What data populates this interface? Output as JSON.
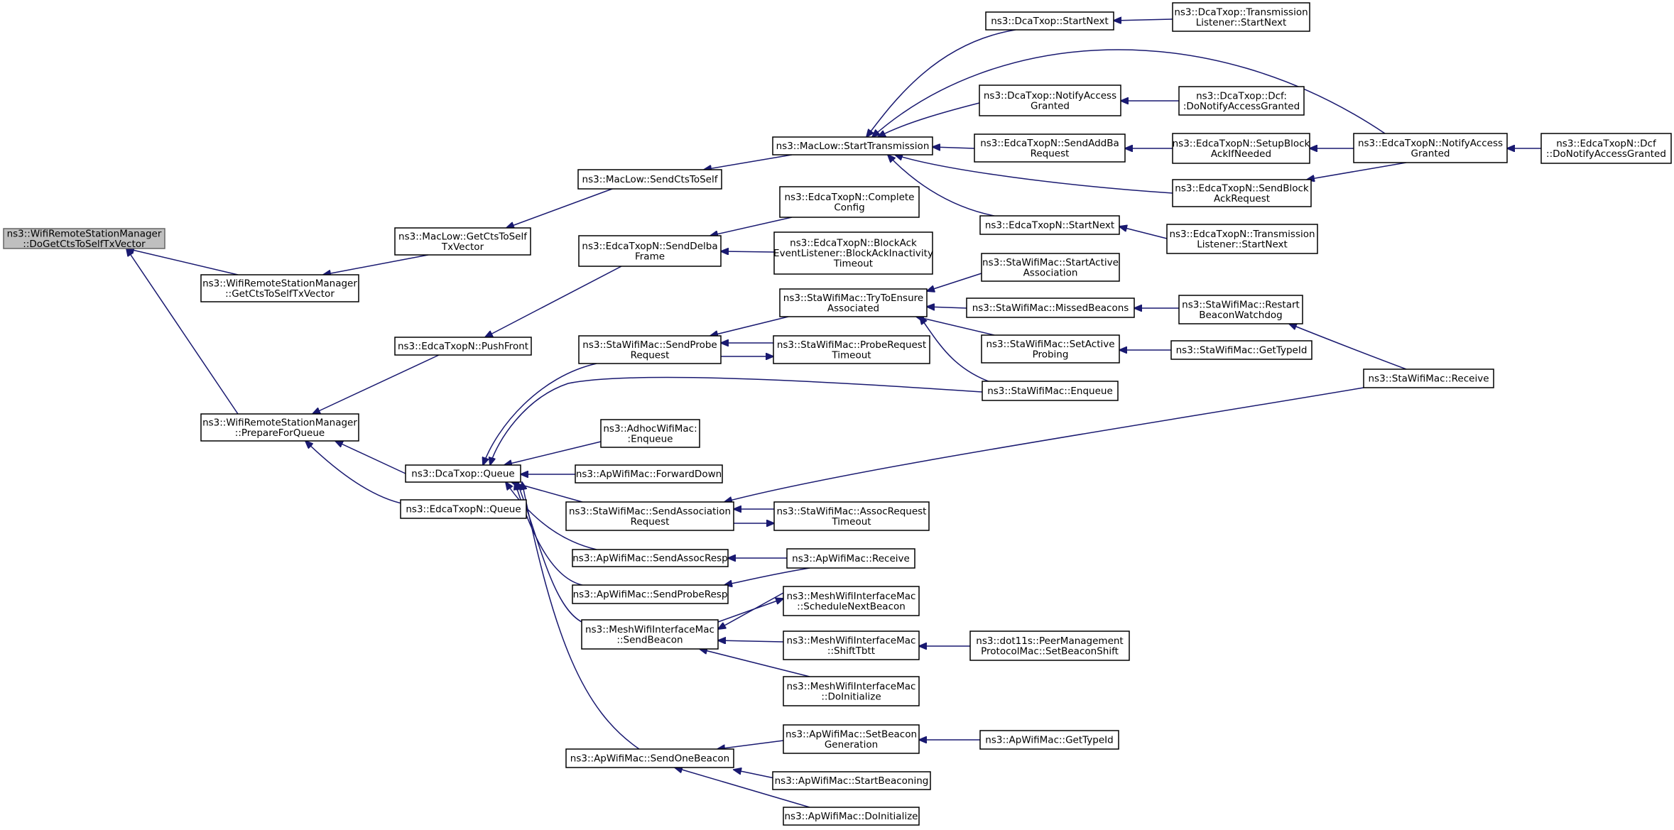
{
  "colors": {
    "edge": "#191970",
    "node_fill": "#ffffff",
    "root_fill": "#bfbfbf",
    "border": "#000000",
    "root_border": "#666666"
  },
  "nodes": [
    {
      "id": "root",
      "lines": [
        "ns3::WifiRemoteStationManager",
        "::DoGetCtsToSelfTxVector"
      ],
      "selected": true
    },
    {
      "id": "getCtsMgr",
      "lines": [
        "ns3::WifiRemoteStationManager",
        "::GetCtsToSelfTxVector"
      ]
    },
    {
      "id": "prepQueue",
      "lines": [
        "ns3::WifiRemoteStationManager",
        "::PrepareForQueue"
      ]
    },
    {
      "id": "macLowGetCts",
      "lines": [
        "ns3::MacLow::GetCtsToSelf",
        "TxVector"
      ]
    },
    {
      "id": "pushFront",
      "lines": [
        "ns3::EdcaTxopN::PushFront"
      ]
    },
    {
      "id": "dcaQueue",
      "lines": [
        "ns3::DcaTxop::Queue"
      ]
    },
    {
      "id": "edcaQueue",
      "lines": [
        "ns3::EdcaTxopN::Queue"
      ]
    },
    {
      "id": "sendCts",
      "lines": [
        "ns3::MacLow::SendCtsToSelf"
      ]
    },
    {
      "id": "sendDelba",
      "lines": [
        "ns3::EdcaTxopN::SendDelba",
        "Frame"
      ]
    },
    {
      "id": "startTx",
      "lines": [
        "ns3::MacLow::StartTransmission"
      ]
    },
    {
      "id": "complete",
      "lines": [
        "ns3::EdcaTxopN::Complete",
        "Config"
      ]
    },
    {
      "id": "blockAckEv",
      "lines": [
        "ns3::EdcaTxopN::BlockAck",
        "EventListener::BlockAckInactivity",
        "Timeout"
      ]
    },
    {
      "id": "dcaStartNext",
      "lines": [
        "ns3::DcaTxop::StartNext"
      ]
    },
    {
      "id": "dcaNotify",
      "lines": [
        "ns3::DcaTxop::NotifyAccess",
        "Granted"
      ]
    },
    {
      "id": "sendAddBa",
      "lines": [
        "ns3::EdcaTxopN::SendAddBa",
        "Request"
      ]
    },
    {
      "id": "edcaStartNext",
      "lines": [
        "ns3::EdcaTxopN::StartNext"
      ]
    },
    {
      "id": "dcaTxListener",
      "lines": [
        "ns3::DcaTxop::Transmission",
        "Listener::StartNext"
      ]
    },
    {
      "id": "dcaDcf",
      "lines": [
        "ns3::DcaTxop::Dcf:",
        ":DoNotifyAccessGranted"
      ]
    },
    {
      "id": "setupBlock",
      "lines": [
        "ns3::EdcaTxopN::SetupBlock",
        "AckIfNeeded"
      ]
    },
    {
      "id": "sendBlockAck",
      "lines": [
        "ns3::EdcaTxopN::SendBlock",
        "AckRequest"
      ]
    },
    {
      "id": "edcaTxListener",
      "lines": [
        "ns3::EdcaTxopN::Transmission",
        "Listener::StartNext"
      ]
    },
    {
      "id": "edcaNotify",
      "lines": [
        "ns3::EdcaTxopN::NotifyAccess",
        "Granted"
      ]
    },
    {
      "id": "edcaDcf",
      "lines": [
        "ns3::EdcaTxopN::Dcf",
        "::DoNotifyAccessGranted"
      ]
    },
    {
      "id": "sendProbeReq",
      "lines": [
        "ns3::StaWifiMac::SendProbe",
        "Request"
      ]
    },
    {
      "id": "tryEnsure",
      "lines": [
        "ns3::StaWifiMac::TryToEnsure",
        "Associated"
      ]
    },
    {
      "id": "probeTimeout",
      "lines": [
        "ns3::StaWifiMac::ProbeRequest",
        "Timeout"
      ]
    },
    {
      "id": "startActive",
      "lines": [
        "ns3::StaWifiMac::StartActive",
        "Association"
      ]
    },
    {
      "id": "missedBeacons",
      "lines": [
        "ns3::StaWifiMac::MissedBeacons"
      ]
    },
    {
      "id": "setActive",
      "lines": [
        "ns3::StaWifiMac::SetActive",
        "Probing"
      ]
    },
    {
      "id": "staEnqueue",
      "lines": [
        "ns3::StaWifiMac::Enqueue"
      ]
    },
    {
      "id": "restartBeacon",
      "lines": [
        "ns3::StaWifiMac::Restart",
        "BeaconWatchdog"
      ]
    },
    {
      "id": "staGetTypeId",
      "lines": [
        "ns3::StaWifiMac::GetTypeId"
      ]
    },
    {
      "id": "staReceive",
      "lines": [
        "ns3::StaWifiMac::Receive"
      ]
    },
    {
      "id": "adhocEnqueue",
      "lines": [
        "ns3::AdhocWifiMac:",
        ":Enqueue"
      ]
    },
    {
      "id": "apForwardDown",
      "lines": [
        "ns3::ApWifiMac::ForwardDown"
      ]
    },
    {
      "id": "sendAssocReq",
      "lines": [
        "ns3::StaWifiMac::SendAssociation",
        "Request"
      ]
    },
    {
      "id": "assocTimeout",
      "lines": [
        "ns3::StaWifiMac::AssocRequest",
        "Timeout"
      ]
    },
    {
      "id": "sendAssocResp",
      "lines": [
        "ns3::ApWifiMac::SendAssocResp"
      ]
    },
    {
      "id": "apReceive",
      "lines": [
        "ns3::ApWifiMac::Receive"
      ]
    },
    {
      "id": "sendProbeResp",
      "lines": [
        "ns3::ApWifiMac::SendProbeResp"
      ]
    },
    {
      "id": "meshSendBeacon",
      "lines": [
        "ns3::MeshWifiInterfaceMac",
        "::SendBeacon"
      ]
    },
    {
      "id": "meshSchedule",
      "lines": [
        "ns3::MeshWifiInterfaceMac",
        "::ScheduleNextBeacon"
      ]
    },
    {
      "id": "meshShift",
      "lines": [
        "ns3::MeshWifiInterfaceMac",
        "::ShiftTbtt"
      ]
    },
    {
      "id": "meshInit",
      "lines": [
        "ns3::MeshWifiInterfaceMac",
        "::DoInitialize"
      ]
    },
    {
      "id": "peerMgmt",
      "lines": [
        "ns3::dot11s::PeerManagement",
        "ProtocolMac::SetBeaconShift"
      ]
    },
    {
      "id": "sendOneBeacon",
      "lines": [
        "ns3::ApWifiMac::SendOneBeacon"
      ]
    },
    {
      "id": "setBeaconGen",
      "lines": [
        "ns3::ApWifiMac::SetBeacon",
        "Generation"
      ]
    },
    {
      "id": "apGetTypeId",
      "lines": [
        "ns3::ApWifiMac::GetTypeId"
      ]
    },
    {
      "id": "startBeaconing",
      "lines": [
        "ns3::ApWifiMac::StartBeaconing"
      ]
    },
    {
      "id": "apInit",
      "lines": [
        "ns3::ApWifiMac::DoInitialize"
      ]
    }
  ],
  "edges": [
    [
      "getCtsMgr",
      "root"
    ],
    [
      "prepQueue",
      "root"
    ],
    [
      "macLowGetCts",
      "getCtsMgr"
    ],
    [
      "sendCts",
      "macLowGetCts"
    ],
    [
      "startTx",
      "sendCts"
    ],
    [
      "dcaStartNext",
      "startTx"
    ],
    [
      "edcaNotify",
      "startTx"
    ],
    [
      "dcaNotify",
      "startTx"
    ],
    [
      "sendAddBa",
      "startTx"
    ],
    [
      "sendBlockAck",
      "startTx"
    ],
    [
      "edcaStartNext",
      "startTx"
    ],
    [
      "dcaTxListener",
      "dcaStartNext"
    ],
    [
      "dcaDcf",
      "dcaNotify"
    ],
    [
      "setupBlock",
      "sendAddBa"
    ],
    [
      "edcaNotify",
      "setupBlock"
    ],
    [
      "edcaNotify",
      "sendBlockAck"
    ],
    [
      "edcaDcf",
      "edcaNotify"
    ],
    [
      "edcaTxListener",
      "edcaStartNext"
    ],
    [
      "pushFront",
      "prepQueue"
    ],
    [
      "dcaQueue",
      "prepQueue"
    ],
    [
      "edcaQueue",
      "prepQueue"
    ],
    [
      "sendDelba",
      "pushFront"
    ],
    [
      "complete",
      "sendDelba"
    ],
    [
      "blockAckEv",
      "sendDelba"
    ],
    [
      "sendProbeReq",
      "dcaQueue"
    ],
    [
      "tryEnsure",
      "sendProbeReq"
    ],
    [
      "probeTimeout",
      "sendProbeReq"
    ],
    [
      "sendProbeReq",
      "probeTimeout"
    ],
    [
      "startActive",
      "tryEnsure"
    ],
    [
      "missedBeacons",
      "tryEnsure"
    ],
    [
      "setActive",
      "tryEnsure"
    ],
    [
      "staEnqueue",
      "tryEnsure"
    ],
    [
      "staEnqueue",
      "dcaQueue"
    ],
    [
      "restartBeacon",
      "missedBeacons"
    ],
    [
      "staReceive",
      "restartBeacon"
    ],
    [
      "staGetTypeId",
      "setActive"
    ],
    [
      "adhocEnqueue",
      "dcaQueue"
    ],
    [
      "apForwardDown",
      "dcaQueue"
    ],
    [
      "sendAssocReq",
      "dcaQueue"
    ],
    [
      "staReceive",
      "sendAssocReq"
    ],
    [
      "assocTimeout",
      "sendAssocReq"
    ],
    [
      "sendAssocReq",
      "assocTimeout"
    ],
    [
      "sendAssocResp",
      "dcaQueue"
    ],
    [
      "apReceive",
      "sendAssocResp"
    ],
    [
      "apReceive",
      "sendProbeResp"
    ],
    [
      "sendProbeResp",
      "dcaQueue"
    ],
    [
      "meshSendBeacon",
      "dcaQueue"
    ],
    [
      "meshSchedule",
      "meshSendBeacon"
    ],
    [
      "meshSendBeacon",
      "meshSchedule"
    ],
    [
      "meshShift",
      "meshSendBeacon"
    ],
    [
      "meshInit",
      "meshSendBeacon"
    ],
    [
      "peerMgmt",
      "meshShift"
    ],
    [
      "sendOneBeacon",
      "dcaQueue"
    ],
    [
      "setBeaconGen",
      "sendOneBeacon"
    ],
    [
      "startBeaconing",
      "sendOneBeacon"
    ],
    [
      "apInit",
      "sendOneBeacon"
    ],
    [
      "apGetTypeId",
      "setBeaconGen"
    ]
  ]
}
